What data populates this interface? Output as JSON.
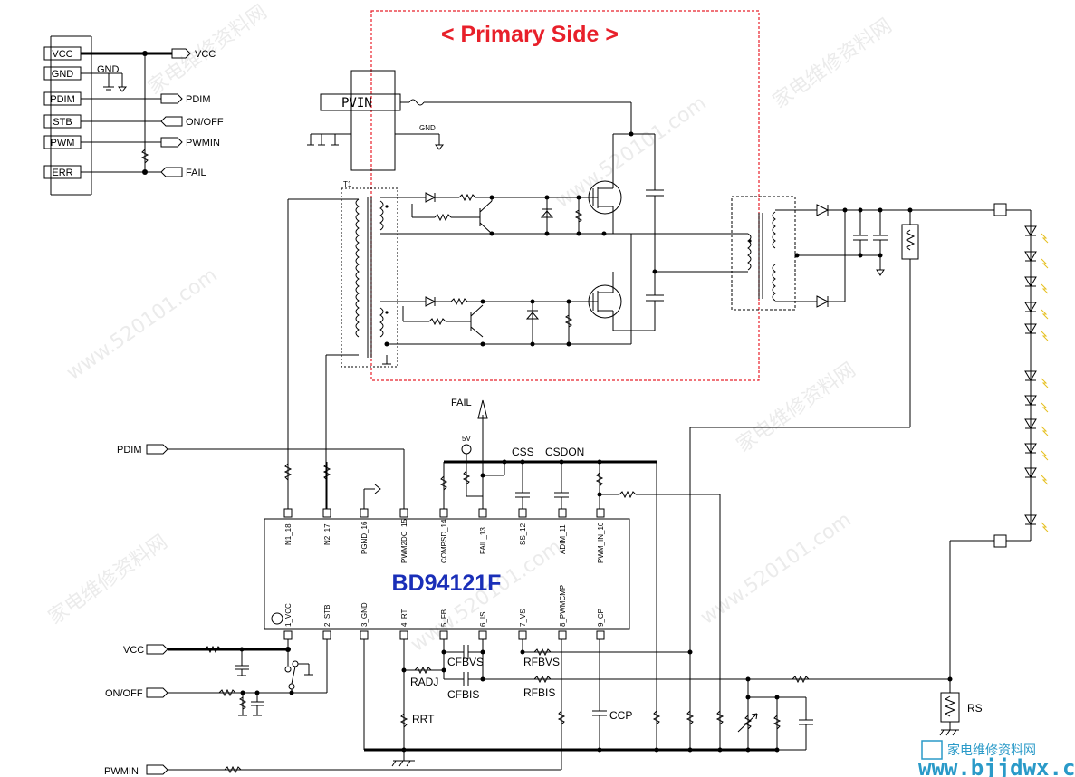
{
  "title": "< Primary Side >",
  "ic": {
    "name": "BD94121F",
    "top_pins": [
      "N1_18",
      "N2_17",
      "PGND_16",
      "PWM2DC_15",
      "COMPSD_14",
      "FAIL_13",
      "SS_12",
      "ADIM_11",
      "PWM_IN_10"
    ],
    "bottom_pins": [
      "1_VCC",
      "2_STB",
      "3_GND",
      "4_RT",
      "5_FB",
      "6_IS",
      "7_VS",
      "8_PWMCMP",
      "9_CP"
    ]
  },
  "connector": {
    "pins": [
      "VCC",
      "GND",
      "PDIM",
      "STB",
      "PWM",
      "ERR"
    ],
    "outputs": [
      "VCC",
      "PDIM",
      "ON/OFF",
      "PWMIN",
      "FAIL"
    ],
    "gnd_label": "GND"
  },
  "pvin": "PVIN",
  "pvin_gnd": "GND",
  "transformer_label": "T1",
  "inputs": {
    "pdim": "PDIM",
    "vcc": "VCC",
    "onoff": "ON/OFF",
    "pwmin": "PWMIN",
    "fail": "FAIL",
    "five_v": "5V"
  },
  "components": {
    "css": "CSS",
    "csdon": "CSDON",
    "cfbvs": "CFBVS",
    "cfbis": "CFBIS",
    "radj": "RADJ",
    "rfbvs": "RFBVS",
    "rfbis": "RFBIS",
    "rrt": "RRT",
    "ccp": "CCP",
    "rs": "RS"
  },
  "watermarks": [
    "家电维修资料网",
    "www.520101.com"
  ],
  "site_logo": "www.bjjdwx.com",
  "site_logo_cn": "家电维修资料网",
  "colors": {
    "primary_frame": "#e8202a",
    "chip_name": "#1a2fb8",
    "led_glow": "#e6c020"
  }
}
